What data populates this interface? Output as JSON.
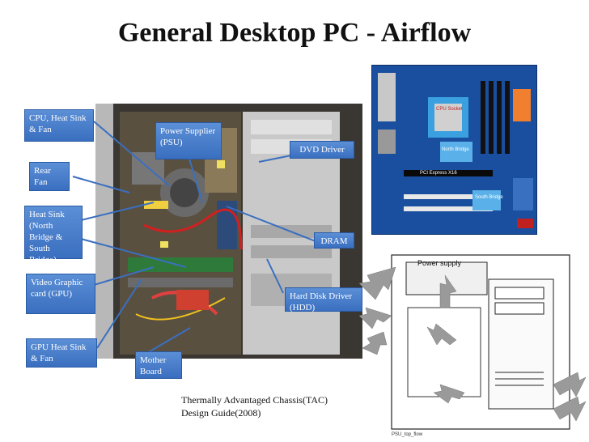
{
  "title": "General Desktop PC - Airflow",
  "callouts": {
    "cpu": "CPU, Heat Sink & Fan",
    "psu": "Power Supplier (PSU)",
    "dvd": "DVD Driver",
    "rear_fan": "Rear Fan",
    "heatsink_bridge": "Heat Sink (North Bridge & South Bridge)",
    "dram": "DRAM",
    "gpu": "Video Graphic card (GPU)",
    "hdd": "Hard Disk Driver (HDD)",
    "gpu_heatsink": "GPU Heat Sink & Fan",
    "motherboard": "Mother Board"
  },
  "mobo_labels": {
    "cpu_socket": "CPU Socket",
    "north_bridge": "North Bridge",
    "pci_express": "PCI Express X16",
    "south_bridge": "South Bridge"
  },
  "airflow_diagram": {
    "power_supply_label": "Power supply",
    "caption": "PSU_top_flow"
  },
  "credit": {
    "line1": "Thermally Advantaged Chassis(TAC)",
    "line2": "Design Guide(2008)"
  },
  "colors": {
    "callout_blue": "#4a7fcc",
    "board_blue": "#1a4fa0"
  }
}
